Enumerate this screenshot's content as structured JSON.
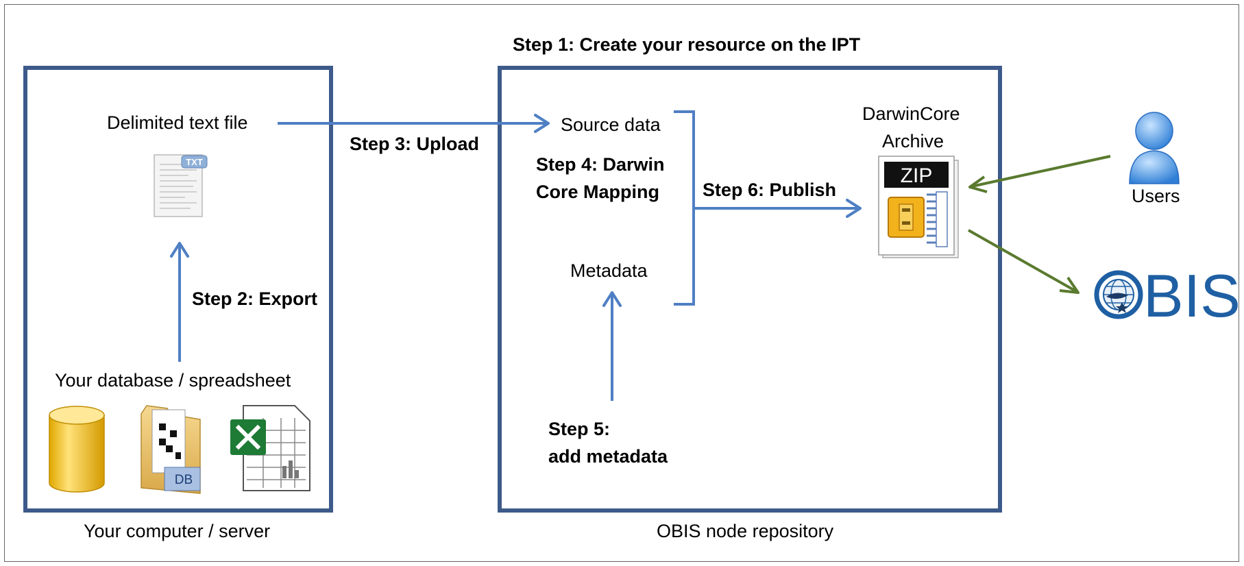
{
  "step1_title": "Step 1: Create your resource on the IPT",
  "left_box": {
    "file_label": "Delimited text file",
    "file_icon_badge": "TXT",
    "export_step": "Step 2: Export",
    "source_label": "Your database / spreadsheet",
    "db_icon_badge": "DB",
    "caption": "Your computer / server"
  },
  "upload_step": "Step 3: Upload",
  "ipt_box": {
    "source_data": "Source data",
    "mapping_step_line1": "Step 4: Darwin",
    "mapping_step_line2": "Core Mapping",
    "publish_step": "Step 6: Publish",
    "metadata": "Metadata",
    "metadata_step_line1": "Step 5:",
    "metadata_step_line2": "add metadata",
    "archive_line1": "DarwinCore",
    "archive_line2": "Archive",
    "zip_badge": "ZIP",
    "caption": "OBIS node repository"
  },
  "users_label": "Users",
  "obis_logo_text": "BIS",
  "colors": {
    "panel_border": "#3d5a8a",
    "blue_arrow": "#4f7fc4",
    "green_arrow": "#5a7a2e",
    "obis_blue": "#1f5fa3"
  }
}
